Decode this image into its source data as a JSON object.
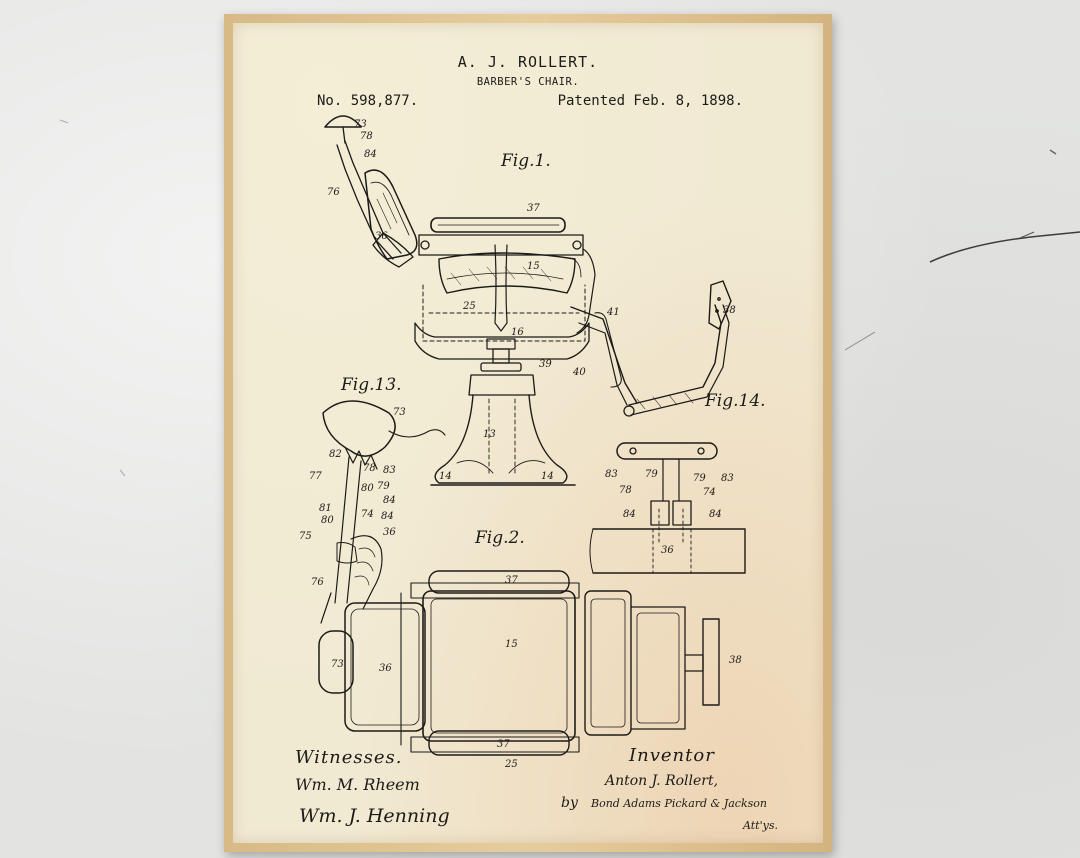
{
  "patent": {
    "inventor_name": "A. J. ROLLERT.",
    "title": "BARBER'S CHAIR.",
    "number": "No. 598,877.",
    "date": "Patented Feb. 8, 1898."
  },
  "figures": {
    "fig1": "Fig.1.",
    "fig13": "Fig.13.",
    "fig14": "Fig.14.",
    "fig2": "Fig.2."
  },
  "labels": {
    "witnesses": "Witnesses.",
    "inventor": "Inventor",
    "witness1": "Wm. M. Rheem",
    "witness2": "Wm. J. Henning",
    "inventor_signature": "Anton J. Rollert,",
    "by": "by",
    "attorneys": "Bond Adams Pickard & Jackson",
    "attys": "Att'ys."
  },
  "colors": {
    "paper": "#f1ead3",
    "ink": "#1d1b18",
    "frame": "#dfc391",
    "wall": "#e3e4e2"
  }
}
